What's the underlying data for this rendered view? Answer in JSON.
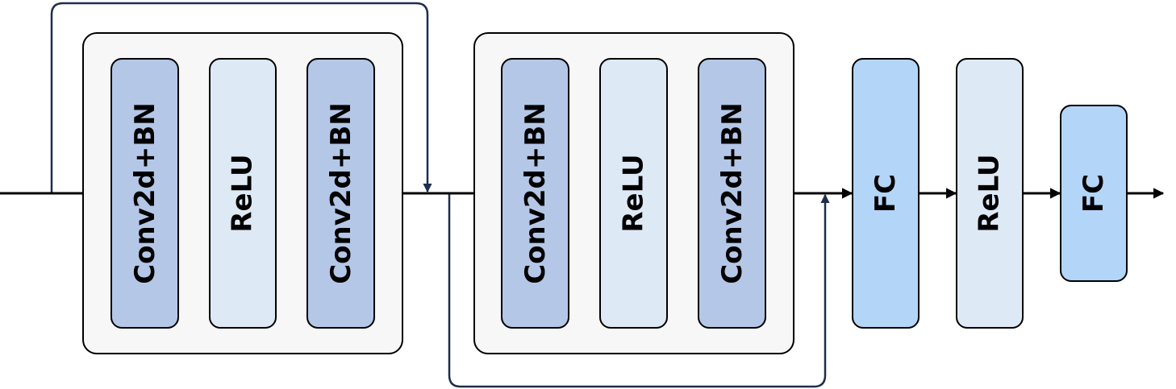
{
  "diagram": {
    "colors": {
      "conv_bn": "#b4c7e7",
      "relu": "#dee9f6",
      "fc": "#b3d5f8",
      "group_fill": "#f7f7f7",
      "main_line": "#000000",
      "skip_line": "#1f2d4d"
    },
    "residual_block_1": {
      "layers": [
        {
          "label": "Conv2d+BN"
        },
        {
          "label": "ReLU"
        },
        {
          "label": "Conv2d+BN"
        }
      ]
    },
    "residual_block_2": {
      "layers": [
        {
          "label": "Conv2d+BN"
        },
        {
          "label": "ReLU"
        },
        {
          "label": "Conv2d+BN"
        }
      ]
    },
    "head": {
      "layers": [
        {
          "label": "FC"
        },
        {
          "label": "ReLU"
        },
        {
          "label": "FC"
        }
      ]
    }
  }
}
